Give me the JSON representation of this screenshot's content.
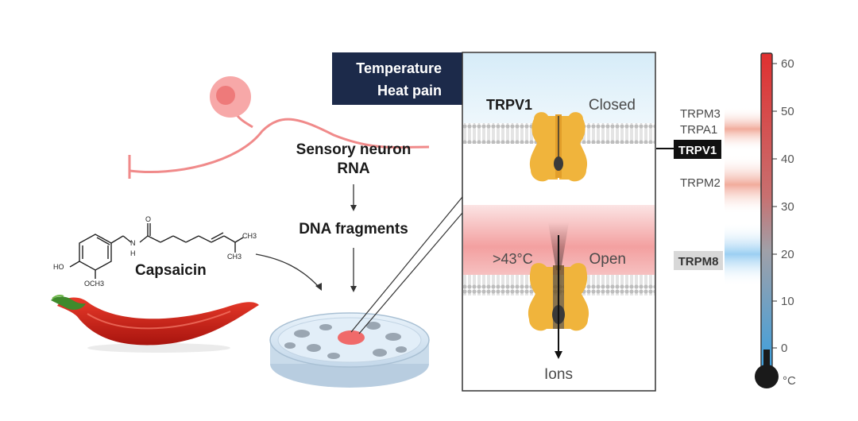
{
  "title_box": {
    "line1": "Temperature",
    "line2": "Heat pain"
  },
  "workflow": {
    "step1_line1": "Sensory neuron",
    "step1_line2": "RNA",
    "step2": "DNA fragments"
  },
  "capsaicin": {
    "label": "Capsaicin",
    "atoms": {
      "oh": "HO",
      "n": "N",
      "h": "H",
      "o": "O",
      "och3": "OCH3",
      "ch3_a": "CH3",
      "ch3_b": "CH3"
    }
  },
  "channel_panel": {
    "channel_name": "TRPV1",
    "closed_label": "Closed",
    "threshold_label": ">43°C",
    "open_label": "Open",
    "ions_label": "Ions"
  },
  "receptors": {
    "trpm3": "TRPM3",
    "trpa1": "TRPA1",
    "trpv1": "TRPV1",
    "trpm2": "TRPM2",
    "trpm8": "TRPM8"
  },
  "thermometer": {
    "ticks": [
      "60",
      "50",
      "40",
      "30",
      "20",
      "10",
      "0"
    ],
    "unit": "°C"
  },
  "colors": {
    "navy": "#1c2a4a",
    "membrane": "#c8c8c8",
    "channel": "#f0b43c",
    "warm": "#e8745a",
    "cool": "#5aaee0",
    "neuron": "#f08a8a"
  }
}
